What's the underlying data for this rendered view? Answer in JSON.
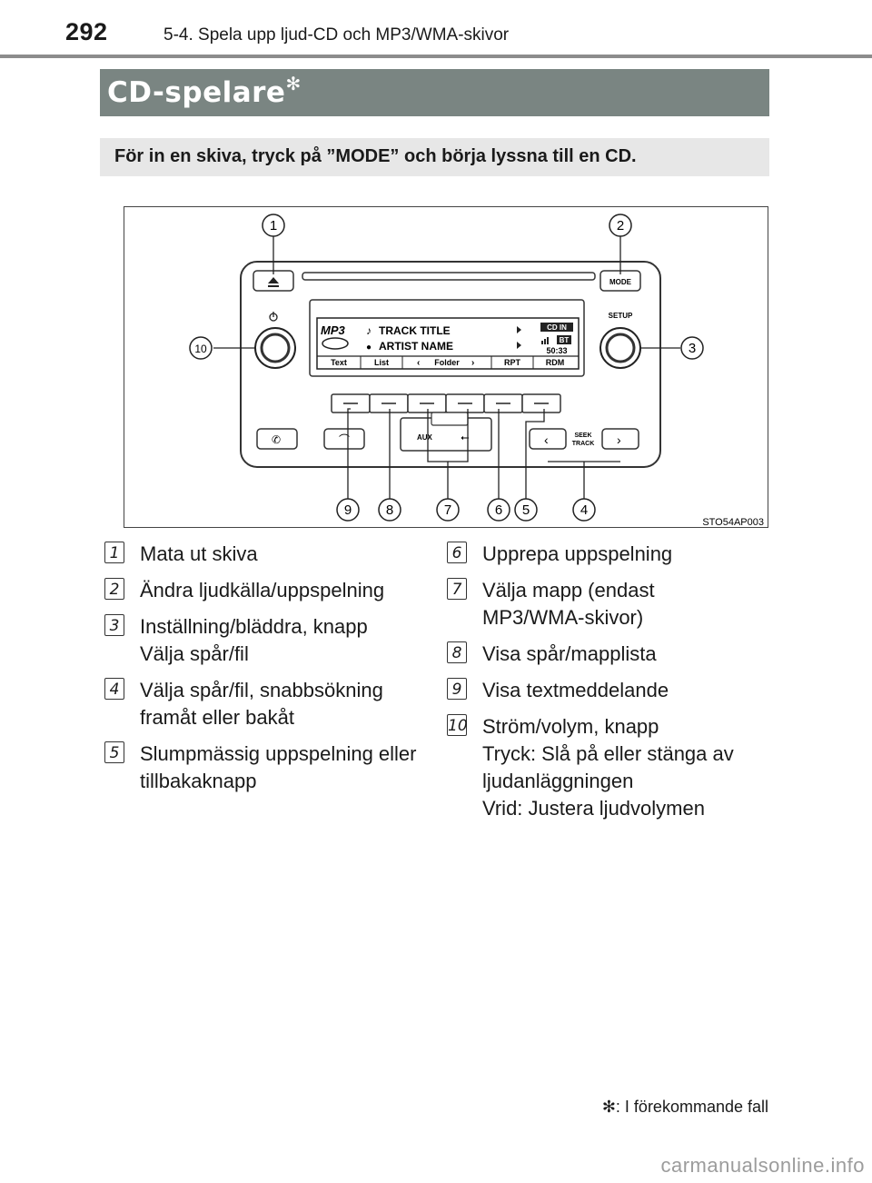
{
  "header": {
    "page_number": "292",
    "running_head": "5-4. Spela upp ljud-CD och MP3/WMA-skivor"
  },
  "section": {
    "title": "CD-spelare",
    "title_mark": "✻"
  },
  "intro": "För in en skiva, tryck på ”MODE” och börja lyssna till en CD.",
  "figure": {
    "code": "STO54AP003",
    "callouts": [
      "1",
      "2",
      "3",
      "10",
      "9",
      "8",
      "7",
      "6",
      "5",
      "4"
    ],
    "panel": {
      "mode_label": "MODE",
      "setup_label": "SETUP",
      "display_badge": "MP3",
      "track_title": "TRACK TITLE",
      "artist_name": "ARTIST NAME",
      "cd_in": "CD IN",
      "bt": "BT",
      "time": "50:33",
      "softkeys": [
        "Text",
        "List",
        "Folder",
        "RPT",
        "RDM"
      ],
      "aux_label": "AUX",
      "seek_label_1": "SEEK",
      "seek_label_2": "TRACK"
    }
  },
  "items_left": [
    {
      "num": "1",
      "lines": [
        "Mata ut skiva"
      ]
    },
    {
      "num": "2",
      "lines": [
        "Ändra ljudkälla/uppspelning"
      ]
    },
    {
      "num": "3",
      "lines": [
        "Inställning/bläddra, knapp",
        "Välja spår/fil"
      ]
    },
    {
      "num": "4",
      "lines": [
        "Välja spår/fil, snabbsökning",
        "framåt eller bakåt"
      ]
    },
    {
      "num": "5",
      "lines": [
        "Slumpmässig uppspelning eller",
        "tillbakaknapp"
      ]
    }
  ],
  "items_right": [
    {
      "num": "6",
      "lines": [
        "Upprepa uppspelning"
      ]
    },
    {
      "num": "7",
      "lines": [
        "Välja mapp (endast",
        "MP3/WMA-skivor)"
      ]
    },
    {
      "num": "8",
      "lines": [
        "Visa spår/mapplista"
      ]
    },
    {
      "num": "9",
      "lines": [
        "Visa textmeddelande"
      ]
    },
    {
      "num": "10",
      "lines": [
        "Ström/volym, knapp",
        "Tryck: Slå på eller stänga av",
        "ljudanläggningen",
        "Vrid: Justera ljudvolymen"
      ]
    }
  ],
  "footnote": "✻: I förekommande fall",
  "watermark": "carmanualsonline.info"
}
